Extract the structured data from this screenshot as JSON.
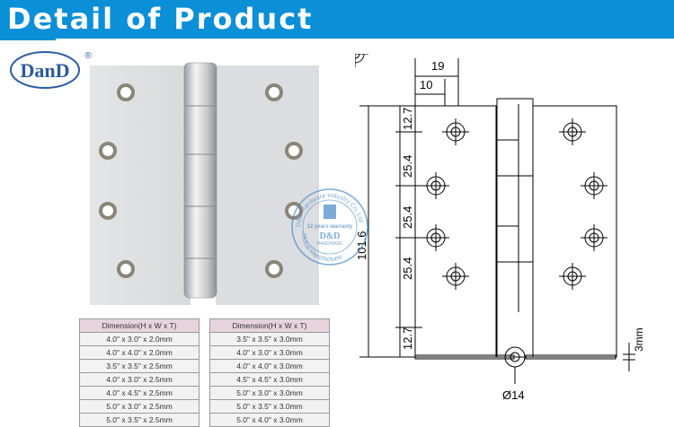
{
  "header": {
    "title": "Detail of Product",
    "color": "#0b8fd6"
  },
  "logo": {
    "text": "DanD",
    "registered": "®"
  },
  "drawing": {
    "dims": {
      "top_outer": "19",
      "top_inner": "10",
      "left_total": "101.6",
      "seg1": "12.7",
      "seg2": "25.4",
      "seg3": "25.4",
      "seg4": "25.4",
      "seg5": "12.7",
      "thickness": "3mm",
      "knuckle": "Ø14"
    }
  },
  "watermark": {
    "top": "D&D Hardware Industry Co.,Ltd",
    "warranty": "12 years warranty",
    "brand": "D&D",
    "sub": "HARDWARE",
    "bottom": "Global Manufacturer"
  },
  "tables": [
    {
      "header": "Dimension(H x W x T)",
      "rows": [
        "4.0\" x 3.0\" x 2.0mm",
        "4.0\" x 4.0\" x 2.0mm",
        "3.5\" x 3.5\" x 2.5mm",
        "4.0\" x 3.0\" x 2.5mm",
        "4.0\" x 4.5\" x 2.5mm",
        "5.0\" x 3.0\" x 2.5mm",
        "5.0\" x 3.5\" x 2.5mm"
      ]
    },
    {
      "header": "Dimension(H x W x T)",
      "rows": [
        "3.5\" x 3.5\" x 3.0mm",
        "4.0\" x 3.0\" x 3.0mm",
        "4.0\" x 4.0\" x 3.0mm",
        "4.5\" x 4.5\" x 3.0mm",
        "5.0\" x 3.0\" x 3.0mm",
        "5.0\" x 3.5\" x 3.0mm",
        "5.0\" x 4.0\" x 3.0mm"
      ]
    }
  ]
}
